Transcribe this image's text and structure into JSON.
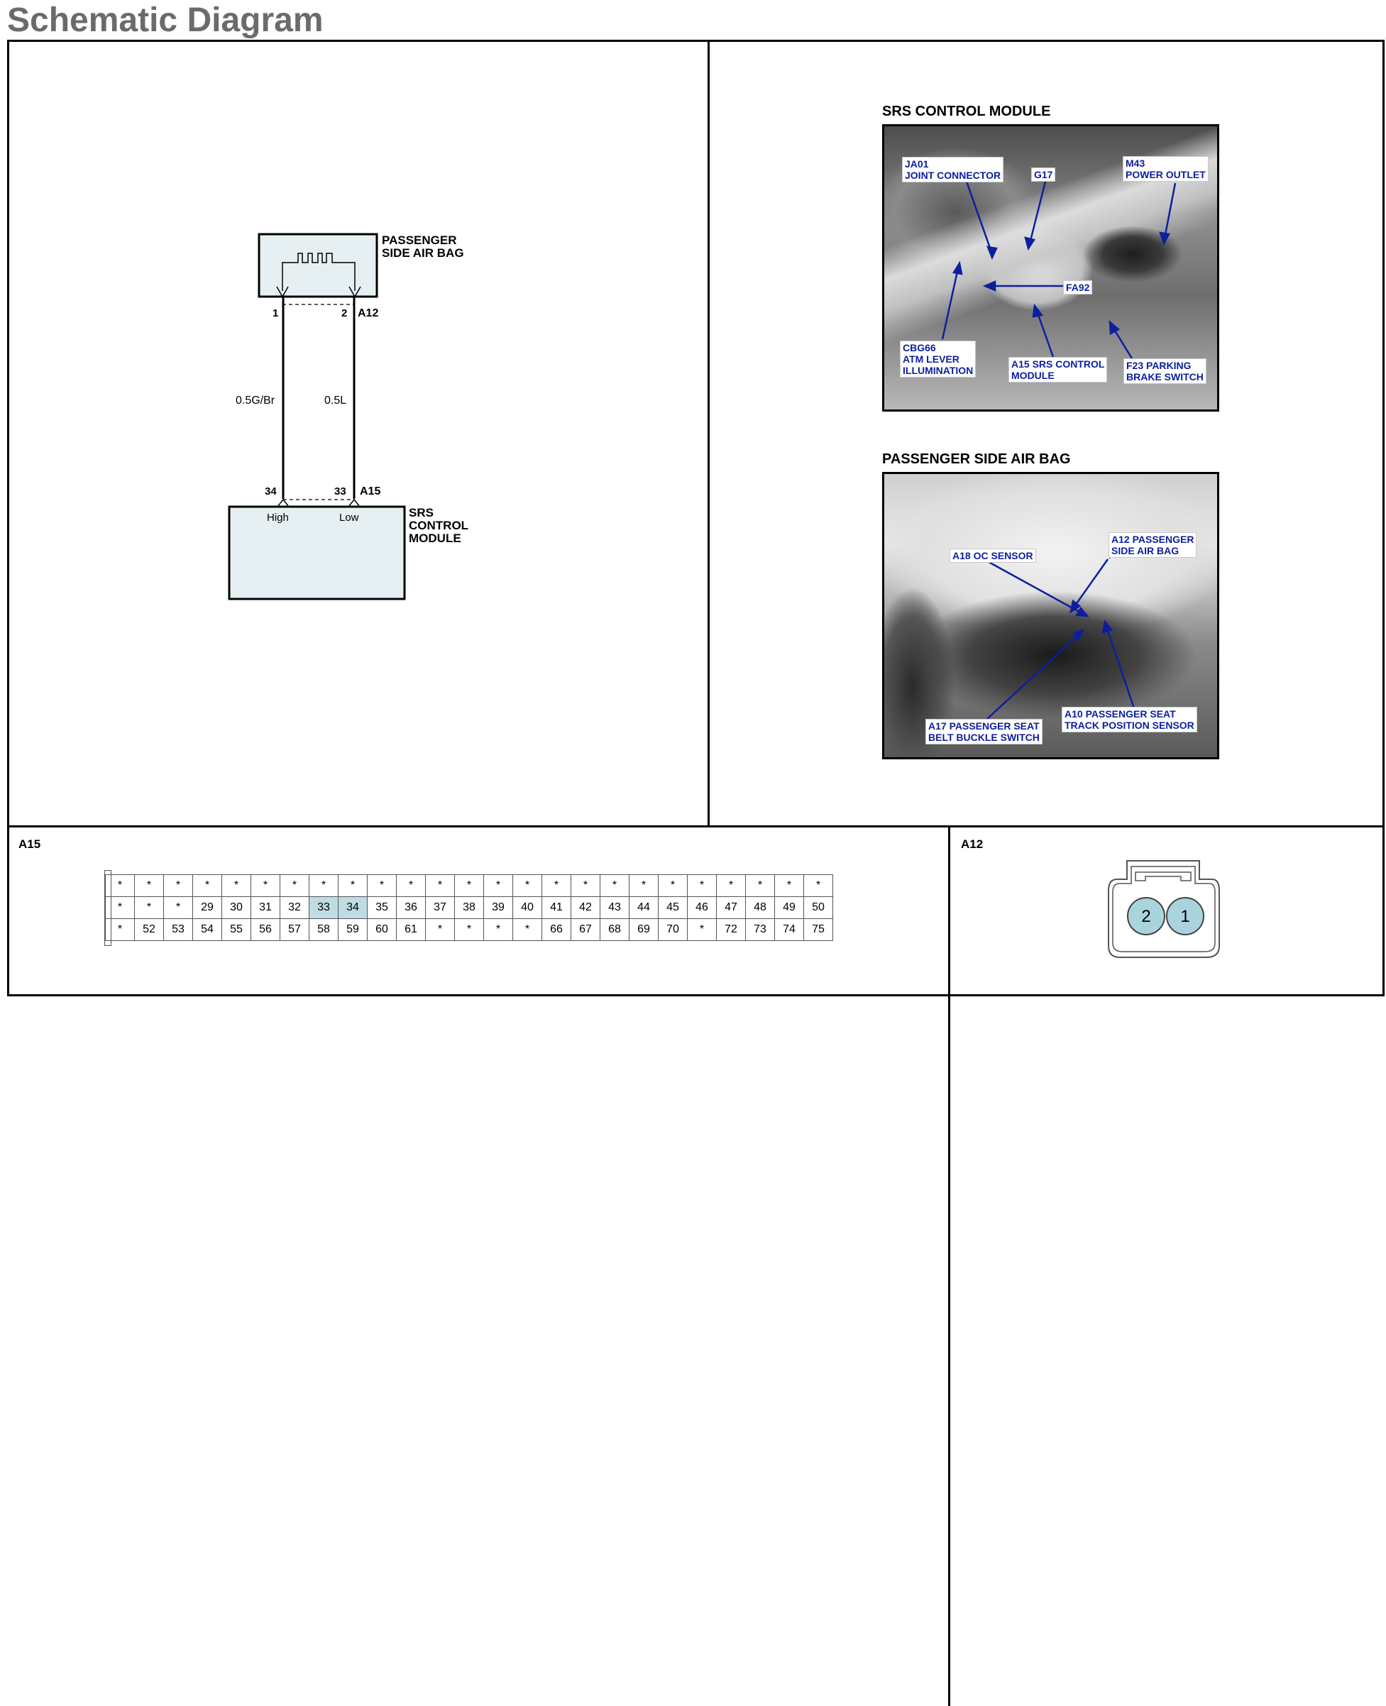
{
  "page_title": "Schematic Diagram",
  "schematic": {
    "top_component": "PASSENGER\nSIDE AIR BAG",
    "top_connector": "A12",
    "top_pin_left": "1",
    "top_pin_right": "2",
    "wire_left": "0.5G/Br",
    "wire_right": "0.5L",
    "bottom_pin_left": "34",
    "bottom_pin_right": "33",
    "bottom_connector": "A15",
    "bottom_label_left": "High",
    "bottom_label_right": "Low",
    "bottom_component": "SRS\nCONTROL\nMODULE"
  },
  "photo1": {
    "title": "SRS CONTROL MODULE",
    "callouts": [
      {
        "text": "JA01\nJOINT CONNECTOR"
      },
      {
        "text": "G17"
      },
      {
        "text": "M43\nPOWER OUTLET"
      },
      {
        "text": "FA92"
      },
      {
        "text": "CBG66\nATM LEVER\nILLUMINATION"
      },
      {
        "text": "A15 SRS CONTROL\nMODULE"
      },
      {
        "text": "F23 PARKING\nBRAKE SWITCH"
      }
    ]
  },
  "photo2": {
    "title": "PASSENGER SIDE AIR BAG",
    "callouts": [
      {
        "text": "A18 OC SENSOR"
      },
      {
        "text": "A12 PASSENGER\nSIDE AIR BAG"
      },
      {
        "text": "A17 PASSENGER SEAT\nBELT BUCKLE SWITCH"
      },
      {
        "text": "A10 PASSENGER SEAT\nTRACK POSITION SENSOR"
      }
    ]
  },
  "connector_a15": {
    "title": "A15",
    "rows": [
      [
        "*",
        "*",
        "*",
        "*",
        "*",
        "*",
        "*",
        "*",
        "*",
        "*",
        "*",
        "*",
        "*",
        "*",
        "*",
        "*",
        "*",
        "*",
        "*",
        "*",
        "*",
        "*",
        "*",
        "*",
        "*"
      ],
      [
        "*",
        "*",
        "*",
        "29",
        "30",
        "31",
        "32",
        "33",
        "34",
        "35",
        "36",
        "37",
        "38",
        "39",
        "40",
        "41",
        "42",
        "43",
        "44",
        "45",
        "46",
        "47",
        "48",
        "49",
        "50"
      ],
      [
        "*",
        "52",
        "53",
        "54",
        "55",
        "56",
        "57",
        "58",
        "59",
        "60",
        "61",
        "*",
        "*",
        "*",
        "*",
        "66",
        "67",
        "68",
        "69",
        "70",
        "*",
        "72",
        "73",
        "74",
        "75"
      ]
    ],
    "highlighted": [
      "33",
      "34"
    ],
    "highlight_color": "#bfdbe3"
  },
  "connector_a12": {
    "title": "A12",
    "pins": [
      "2",
      "1"
    ],
    "pin_color": "#a9d4de"
  },
  "colors": {
    "component_fill": "#e6f0f2",
    "callout_text": "#0c1f9e",
    "title_gray": "#6b6b6b"
  }
}
